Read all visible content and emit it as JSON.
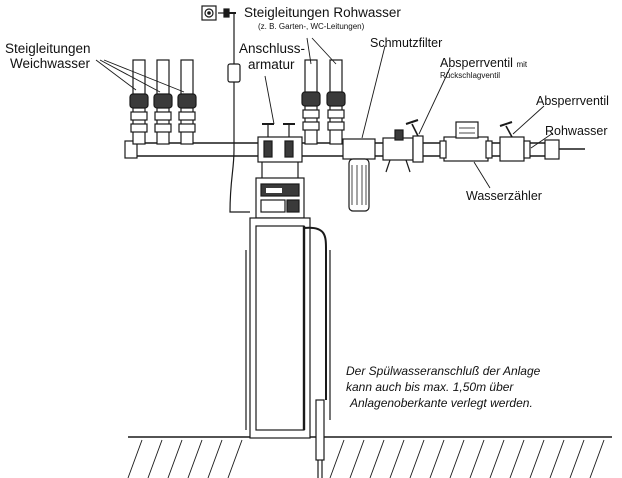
{
  "labels": {
    "soft_risers_line1": "Steigleitungen",
    "soft_risers_line2": "Weichwasser",
    "raw_risers": "Steigleitungen Rohwasser",
    "raw_risers_note": "(z. B. Garten-, WC-Leitungen)",
    "connection_line1": "Anschluss-",
    "connection_line2": "armatur",
    "dirt_filter": "Schmutzfilter",
    "shutoff_check_line1": "Absperrventil",
    "shutoff_check_mit": "mit",
    "shutoff_check_line2": "Rückschlagventil",
    "shutoff_valve": "Absperrventil",
    "raw_water": "Rohwasser",
    "water_meter": "Wasserzähler"
  },
  "note": {
    "line1": "Der Spülwasseranschluß der Anlage",
    "line2": "kann auch bis max. 1,50m über",
    "line3": "Anlagenoberkante verlegt werden."
  },
  "colors": {
    "line": "#1a1a1a",
    "fill": "#ffffff",
    "shade": "#d9d9d9",
    "dark": "#3a3a3a"
  },
  "icons": [
    "power-socket-icon",
    "power-plug-icon"
  ]
}
